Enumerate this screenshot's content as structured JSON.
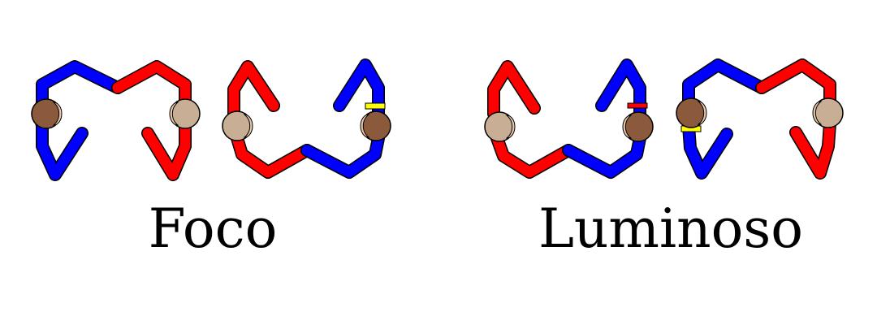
{
  "words": [
    "Foco",
    "Luminoso"
  ],
  "colors": {
    "red": "#ff0000",
    "blue": "#0000ff",
    "skin_dark": "#8b5a3c",
    "skin_light": "#c9ae96",
    "band_yellow": "#ffff00",
    "band_red": "#ff0000",
    "outline": "#000000"
  },
  "figures": [
    {
      "name": "figure-pair-1",
      "shapes": [
        "blue-bent-limb",
        "red-bent-limb"
      ]
    },
    {
      "name": "figure-pair-2",
      "shapes": [
        "red-bent-limb",
        "blue-bent-limb"
      ]
    },
    {
      "name": "figure-pair-3",
      "shapes": [
        "red-bent-limb",
        "blue-bent-limb"
      ]
    },
    {
      "name": "figure-pair-4",
      "shapes": [
        "blue-bent-limb",
        "red-bent-limb"
      ]
    }
  ]
}
